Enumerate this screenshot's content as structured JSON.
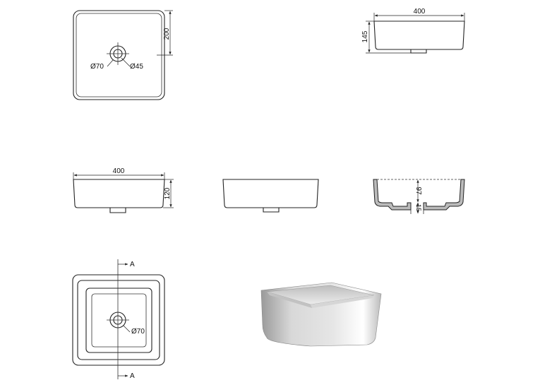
{
  "views": {
    "top": {
      "width_dim": "200",
      "outer_dia": "Ø70",
      "drain_dia": "Ø45"
    },
    "side_right": {
      "width_dim": "400",
      "height_dim": "145"
    },
    "front": {
      "width_dim": "400",
      "height_dim": "120"
    },
    "section": {
      "depth_dim": "97",
      "base_dim": "15"
    },
    "plan_bottom": {
      "marker_top": "A",
      "marker_bottom": "A",
      "drain_dia": "Ø70"
    }
  }
}
